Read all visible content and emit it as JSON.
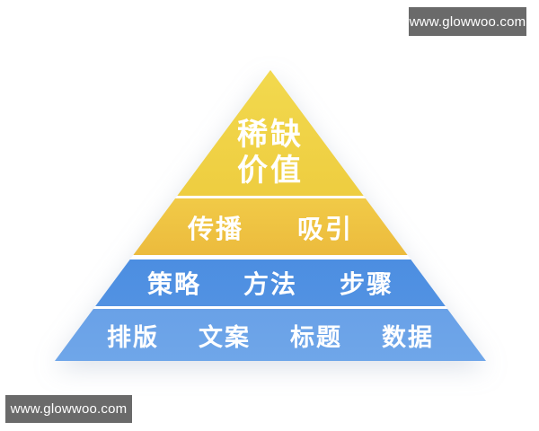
{
  "watermarks": {
    "top_right": "www.glowwoo.com",
    "bottom_left": "www.glowwoo.com",
    "background_color": "#6a6a6a",
    "text_color": "#ffffff"
  },
  "pyramid": {
    "type": "pyramid-diagram",
    "levels": [
      {
        "position": "top",
        "lines": [
          "稀缺",
          "价值"
        ],
        "color": "#efd343",
        "text_color": "#ffffff"
      },
      {
        "position": "second",
        "labels": [
          "传播",
          "吸引"
        ],
        "color": "#efc343",
        "text_color": "#ffffff"
      },
      {
        "position": "third",
        "labels": [
          "策略",
          "方法",
          "步骤"
        ],
        "color": "#4e90e2",
        "text_color": "#ffffff"
      },
      {
        "position": "bottom",
        "labels": [
          "排版",
          "文案",
          "标题",
          "数据"
        ],
        "color": "#6ca4e8",
        "text_color": "#ffffff"
      }
    ],
    "separator_color": "#ffffff",
    "background_color": "#ffffff"
  }
}
